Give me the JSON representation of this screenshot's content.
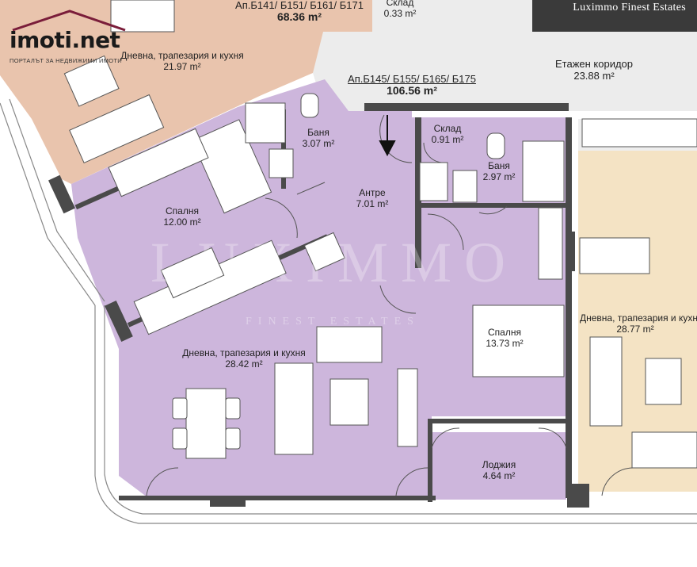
{
  "branding": {
    "site_logo": "imoti.net",
    "site_tagline": "ПОРТАЛЪТ ЗА НЕДВИЖИМИ ИМОТИ",
    "agency": "Luximmo Finest Estates",
    "watermark": "LUXIMMO",
    "watermark_sub": "FINEST ESTATES"
  },
  "apartments": {
    "top_left": {
      "id": "Ап.Б141/ Б151/ Б161/ Б171",
      "area": "68.36 m²"
    },
    "main": {
      "id": "Ап.Б145/ Б155/ Б165/ Б175",
      "area": "106.56 m²"
    }
  },
  "rooms": {
    "top_storage": {
      "name": "Склад",
      "area": "0.33 m²"
    },
    "corridor": {
      "name": "Етажен коридор",
      "area": "23.88 m²"
    },
    "top_living": {
      "name": "Дневна, трапезария и кухня",
      "area": "21.97 m²"
    },
    "bath_left": {
      "name": "Баня",
      "area": "3.07 m²"
    },
    "storage": {
      "name": "Склад",
      "area": "0.91 m²"
    },
    "bath_right": {
      "name": "Баня",
      "area": "2.97 m²"
    },
    "bedroom_left": {
      "name": "Спалня",
      "area": "12.00 m²"
    },
    "entry": {
      "name": "Антре",
      "area": "7.01 m²"
    },
    "living_main": {
      "name": "Дневна, трапезария и кухня",
      "area": "28.42 m²"
    },
    "bedroom_right": {
      "name": "Спалня",
      "area": "13.73 m²"
    },
    "loggia": {
      "name": "Лоджия",
      "area": "4.64 m²"
    },
    "living_right": {
      "name": "Дневна, трапезария и кухня",
      "area": "28.77 m²"
    }
  },
  "colors": {
    "purple": "#cdb6dc",
    "peach": "#e9c4ad",
    "beige": "#f4e3c4",
    "corridor": "#ececec",
    "wall": "#4a4a4a",
    "furniture": "#ffffff"
  }
}
